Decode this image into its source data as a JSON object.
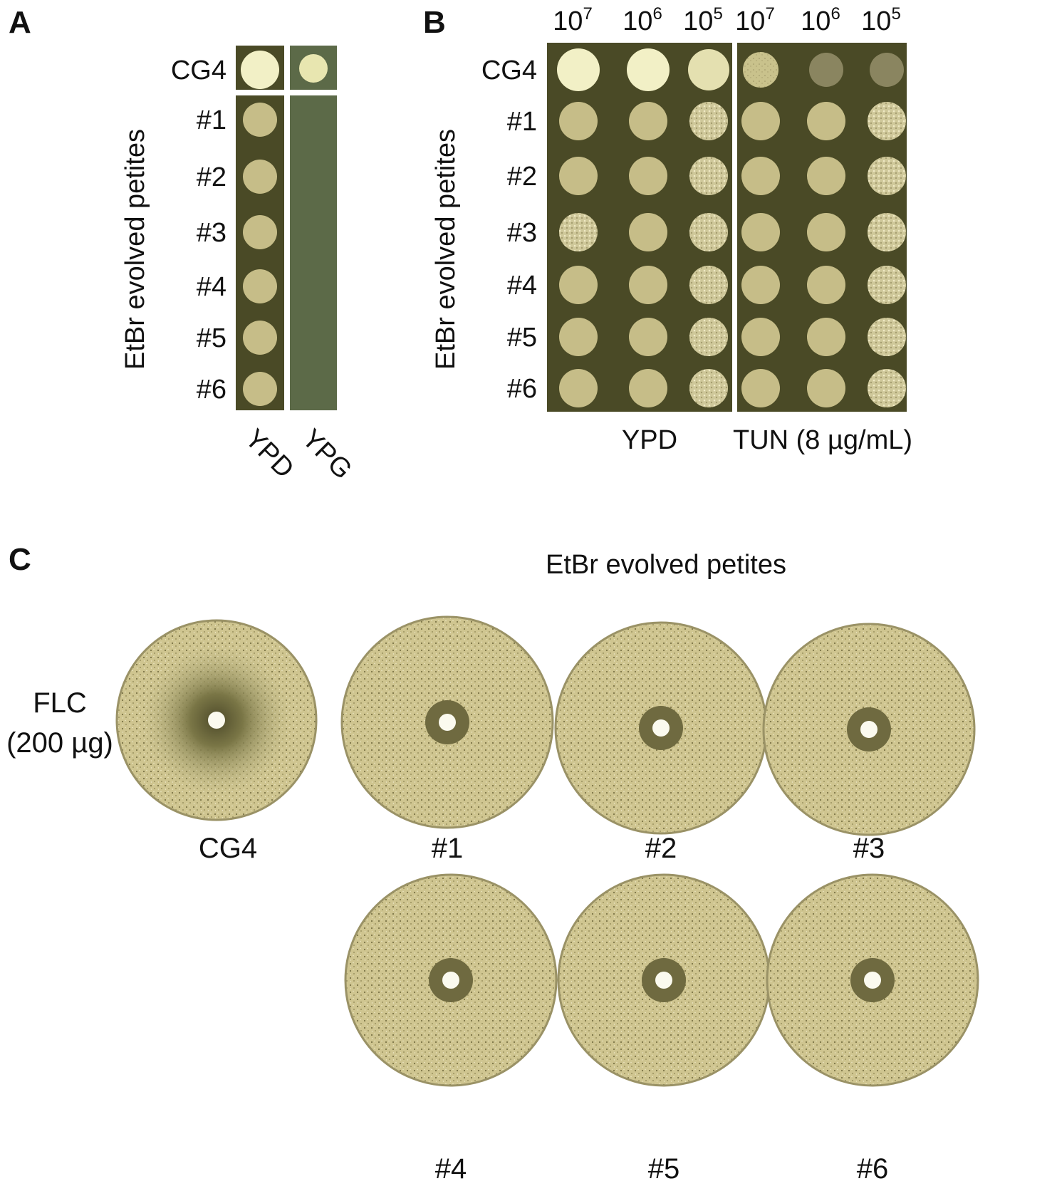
{
  "colors": {
    "agar": "#4a4a26",
    "agar_ypg": "#5c6a48",
    "healthy_spot": "#f2f0c6",
    "petite_spot": "#c6bd88",
    "plate_lawn": "#cfc590",
    "plate_zone": "#6f6a40"
  },
  "panel_a": {
    "letter": "A",
    "side_label": "EtBr evolved petites",
    "rows": [
      "CG4",
      "#1",
      "#2",
      "#3",
      "#4",
      "#5",
      "#6"
    ],
    "media": [
      "YPD",
      "YPG"
    ]
  },
  "panel_b": {
    "letter": "B",
    "side_label": "EtBr evolved petites",
    "rows": [
      "CG4",
      "#1",
      "#2",
      "#3",
      "#4",
      "#5",
      "#6"
    ],
    "dilutions": [
      {
        "base": "10",
        "exp": "7"
      },
      {
        "base": "10",
        "exp": "6"
      },
      {
        "base": "10",
        "exp": "5"
      },
      {
        "base": "10",
        "exp": "7"
      },
      {
        "base": "10",
        "exp": "6"
      },
      {
        "base": "10",
        "exp": "5"
      }
    ],
    "media": [
      "YPD",
      "TUN (8 µg/mL)"
    ]
  },
  "panel_c": {
    "letter": "C",
    "title": "EtBr evolved petites",
    "drug_line1": "FLC",
    "drug_line2": "(200 µg)",
    "plates": [
      "CG4",
      "#1",
      "#2",
      "#3",
      "#4",
      "#5",
      "#6"
    ]
  }
}
